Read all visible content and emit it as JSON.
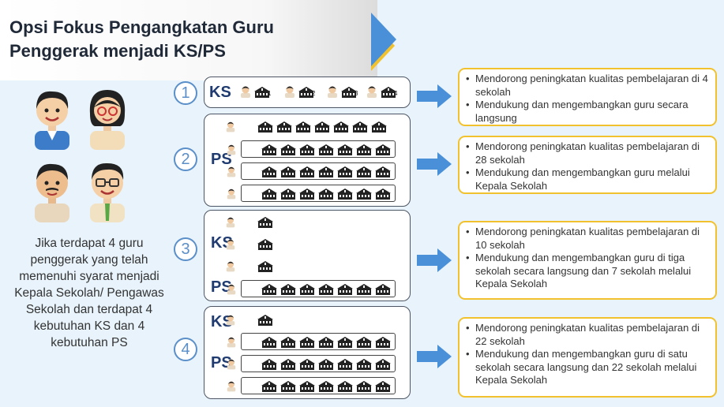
{
  "title": {
    "line1": "Opsi Fokus Pengangkatan Guru",
    "line2": "Penggerak menjadi KS/PS"
  },
  "caption": "Jika terdapat 4 guru penggerak yang telah memenuhi syarat menjadi Kepala Sekolah/ Pengawas Sekolah dan terdapat 4 kebutuhan KS dan 4 kebutuhan PS",
  "options": [
    {
      "number": "1",
      "roles": [
        "KS"
      ],
      "points": [
        "Mendorong peningkatan kualitas pembelajaran di 4 sekolah",
        "Mendukung dan mengembangkan guru secara langsung"
      ]
    },
    {
      "number": "2",
      "roles": [
        "PS"
      ],
      "points": [
        "Mendorong peningkatan kualitas pembelajaran di 28 sekolah",
        "Mendukung dan mengembangkan guru melalui Kepala Sekolah"
      ]
    },
    {
      "number": "3",
      "roles": [
        "KS",
        "PS"
      ],
      "points": [
        "Mendorong peningkatan kualitas pembelajaran di 10 sekolah",
        "Mendukung dan mengembangkan guru di tiga sekolah secara langsung dan 7 sekolah melalui Kepala Sekolah"
      ]
    },
    {
      "number": "4",
      "roles": [
        "KS",
        "PS"
      ],
      "points": [
        "Mendorong peningkatan kualitas pembelajaran di 22 sekolah",
        "Mendukung dan mengembangkan guru di satu sekolah secara langsung dan 22 sekolah melalui Kepala Sekolah"
      ]
    }
  ],
  "school_numbers": [
    "1",
    "2",
    "3",
    "4"
  ],
  "icons": {
    "teacher": "teacher-icon",
    "school": "school-icon",
    "arrow": "arrow-right-icon"
  },
  "colors": {
    "accent_blue": "#5b8fc9",
    "arrow_blue": "#4a90d9",
    "bubble_border": "#f2c22e",
    "role_text": "#1f3b70"
  }
}
